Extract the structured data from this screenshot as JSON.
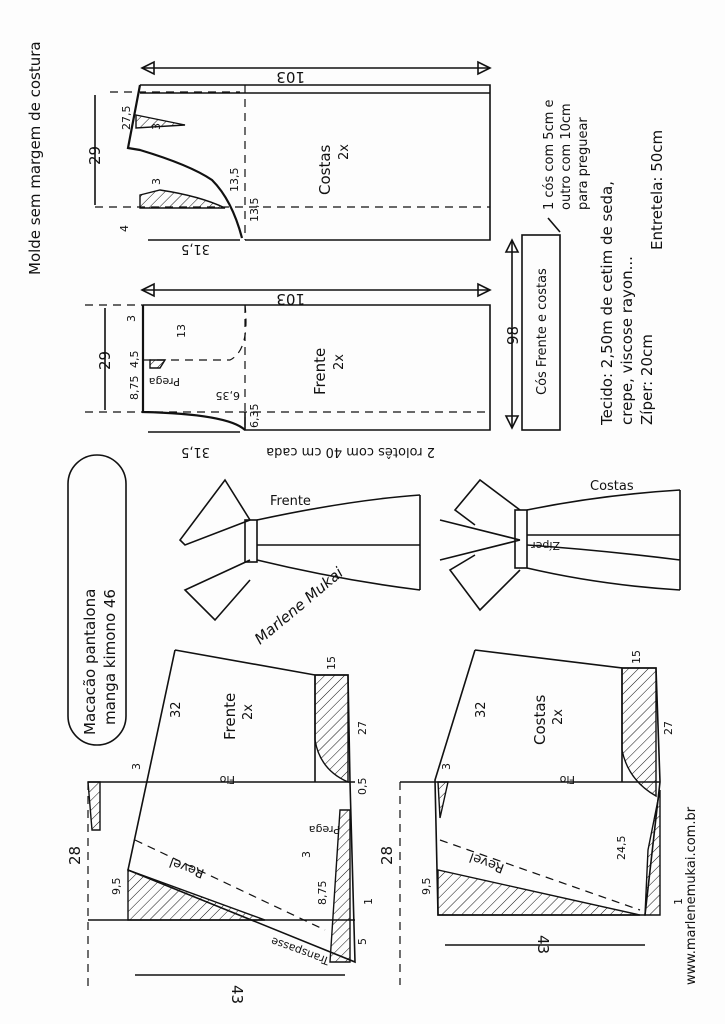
{
  "notes": {
    "no_seam": "Molde sem margem de costura",
    "waistband_note_1": "1 cós com 5cm e",
    "waistband_note_2": "outro com 10cm",
    "waistband_note_3": "para preguear",
    "fabric_1": "Tecido: 2,50m de cetim de seda,",
    "fabric_2": "crepe, viscose rayon...",
    "zipper": "Zíper: 20cm",
    "interfacing": "Entretela: 50cm",
    "ties": "2 rolotês com 40 cm cada",
    "website": "www.marlenemukai.com.br",
    "signature": "Marlene Mukai"
  },
  "title": {
    "line1": "Macacão pantalona",
    "line2": "manga kimono 46"
  },
  "pants_back": {
    "label": "Costas",
    "qty": "2x",
    "length": "103",
    "height": "29",
    "m1": "27,5",
    "m2": "3",
    "m3": "3",
    "m4": "4",
    "m5": "13,5",
    "m6": "13,5",
    "width": "31,5"
  },
  "pants_front": {
    "label": "Frente",
    "qty": "2x",
    "length": "103",
    "height": "29",
    "m1": "3",
    "m2": "13",
    "m3": "4,5",
    "m4": "8,75",
    "pleat": "Prega",
    "m5": "6,35",
    "m6": "6,35",
    "width": "31,5"
  },
  "waistband": {
    "label": "Cós Frente e costas",
    "length": "98"
  },
  "bodice_front": {
    "label": "Frente",
    "qty": "2x",
    "grain": "Fio",
    "lapel": "Revel",
    "overlap": "Transpasse",
    "pleat": "Prega",
    "height": "28",
    "width": "43",
    "sleeve": "32",
    "m1": "3",
    "m2": "9,5",
    "m3": "15",
    "m4": "27",
    "m5": "0,5",
    "m6": "3",
    "m7": "8,75",
    "m8": "5",
    "m9": "1"
  },
  "bodice_back": {
    "label": "Costas",
    "qty": "2x",
    "grain": "Fio",
    "lapel": "Revel",
    "height": "28",
    "width": "43",
    "sleeve": "32",
    "m1": "3",
    "m2": "9,5",
    "m3": "15",
    "m4": "27",
    "m5": "24,5",
    "m6": "1"
  },
  "sketch": {
    "front": "Frente",
    "back": "Costas",
    "zipper": "Zíper"
  }
}
